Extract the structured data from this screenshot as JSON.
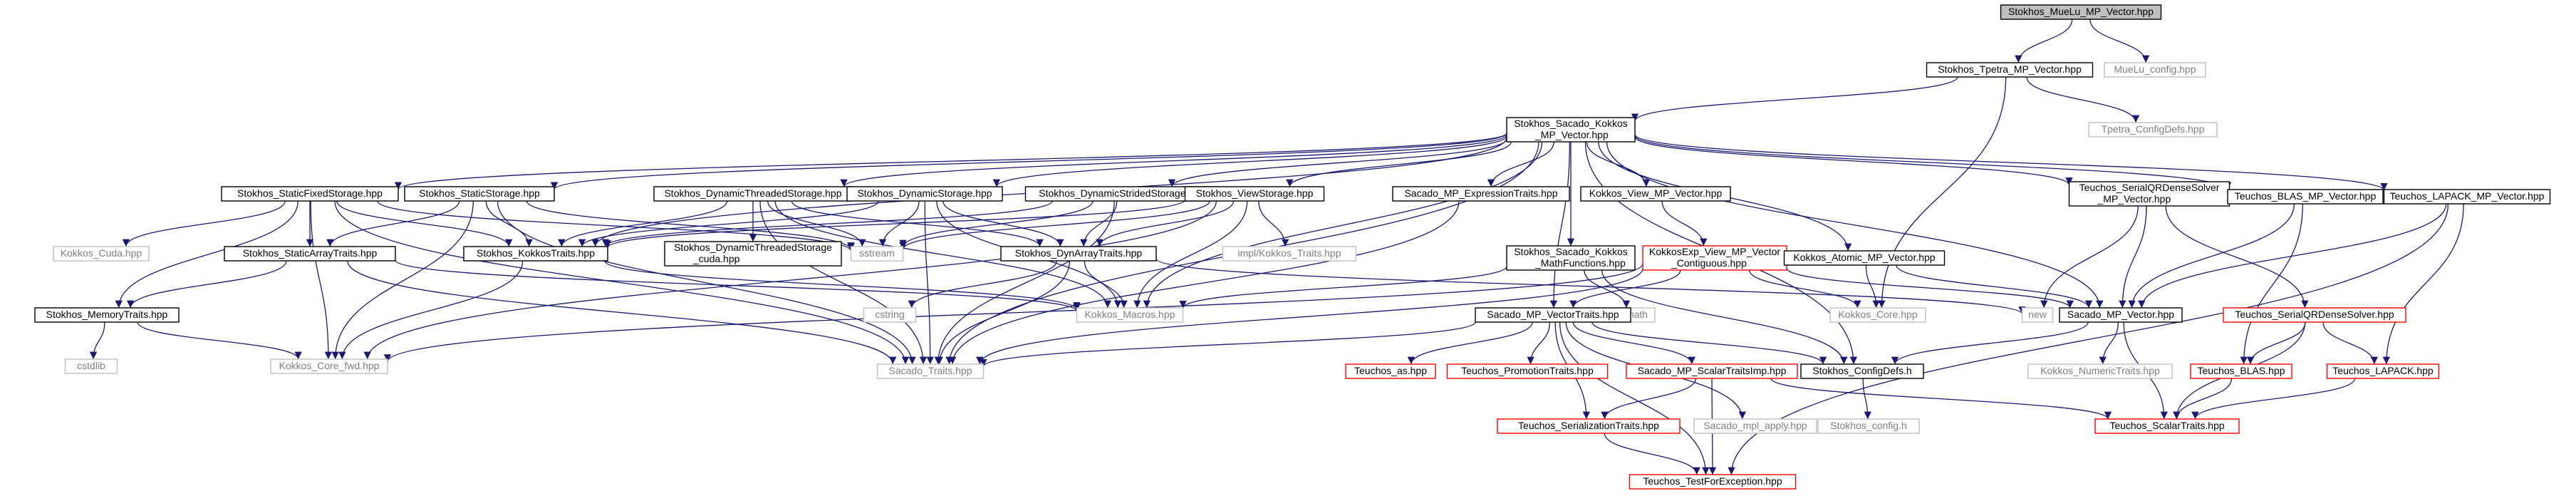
{
  "colors": {
    "edge": "#191970",
    "root_fill": "#bfbfbf",
    "normal_border": "#000000",
    "external_border": "#bfbfbf",
    "external_text": "#7f7f7f",
    "missing_border": "#ff0000",
    "text": "#000000"
  },
  "nodes": [
    {
      "id": "n0",
      "lines": [
        "Stokhos_MueLu_MP_Vector.hpp"
      ],
      "kind": "root"
    },
    {
      "id": "n1",
      "lines": [
        "Stokhos_Tpetra_MP_Vector.hpp"
      ],
      "kind": "normal"
    },
    {
      "id": "n2",
      "lines": [
        "MueLu_config.hpp"
      ],
      "kind": "external"
    },
    {
      "id": "n3",
      "lines": [
        "Stokhos_Sacado_Kokkos",
        "_MP_Vector.hpp"
      ],
      "kind": "normal"
    },
    {
      "id": "n4",
      "lines": [
        "Tpetra_ConfigDefs.hpp"
      ],
      "kind": "external"
    },
    {
      "id": "n5",
      "lines": [
        "Stokhos_StaticFixedStorage.hpp"
      ],
      "kind": "normal"
    },
    {
      "id": "n6",
      "lines": [
        "Stokhos_StaticStorage.hpp"
      ],
      "kind": "normal"
    },
    {
      "id": "n7",
      "lines": [
        "Stokhos_DynamicThreadedStorage.hpp"
      ],
      "kind": "normal"
    },
    {
      "id": "n8",
      "lines": [
        "Stokhos_DynamicStorage.hpp"
      ],
      "kind": "normal"
    },
    {
      "id": "n9",
      "lines": [
        "Stokhos_DynamicStridedStorage.hpp"
      ],
      "kind": "normal"
    },
    {
      "id": "n10",
      "lines": [
        "Stokhos_ViewStorage.hpp"
      ],
      "kind": "normal"
    },
    {
      "id": "n11",
      "lines": [
        "Sacado_MP_ExpressionTraits.hpp"
      ],
      "kind": "normal"
    },
    {
      "id": "n12",
      "lines": [
        "Kokkos_View_MP_Vector.hpp"
      ],
      "kind": "normal"
    },
    {
      "id": "n13",
      "lines": [
        "Teuchos_SerialQRDenseSolver",
        "_MP_Vector.hpp"
      ],
      "kind": "normal"
    },
    {
      "id": "n14",
      "lines": [
        "Teuchos_BLAS_MP_Vector.hpp"
      ],
      "kind": "normal"
    },
    {
      "id": "n15",
      "lines": [
        "Teuchos_LAPACK_MP_Vector.hpp"
      ],
      "kind": "normal"
    },
    {
      "id": "n16",
      "lines": [
        "Kokkos_Cuda.hpp"
      ],
      "kind": "external"
    },
    {
      "id": "n17",
      "lines": [
        "Stokhos_StaticArrayTraits.hpp"
      ],
      "kind": "normal"
    },
    {
      "id": "n18",
      "lines": [
        "Stokhos_KokkosTraits.hpp"
      ],
      "kind": "normal"
    },
    {
      "id": "n19",
      "lines": [
        "Stokhos_DynamicThreadedStorage",
        "_cuda.hpp"
      ],
      "kind": "normal"
    },
    {
      "id": "n20",
      "lines": [
        "sstream"
      ],
      "kind": "external"
    },
    {
      "id": "n21",
      "lines": [
        "Stokhos_DynArrayTraits.hpp"
      ],
      "kind": "normal"
    },
    {
      "id": "n22",
      "lines": [
        "impl/Kokkos_Traits.hpp"
      ],
      "kind": "external"
    },
    {
      "id": "n23",
      "lines": [
        "Stokhos_Sacado_Kokkos",
        "_MathFunctions.hpp"
      ],
      "kind": "normal"
    },
    {
      "id": "n24",
      "lines": [
        "KokkosExp_View_MP_Vector",
        "_Contiguous.hpp"
      ],
      "kind": "missing"
    },
    {
      "id": "n25",
      "lines": [
        "Kokkos_Atomic_MP_Vector.hpp"
      ],
      "kind": "normal"
    },
    {
      "id": "n26",
      "lines": [
        "Stokhos_MemoryTraits.hpp"
      ],
      "kind": "normal"
    },
    {
      "id": "n27",
      "lines": [
        "cstring"
      ],
      "kind": "external"
    },
    {
      "id": "n28",
      "lines": [
        "Kokkos_Macros.hpp"
      ],
      "kind": "external"
    },
    {
      "id": "n29",
      "lines": [
        "cmath"
      ],
      "kind": "external"
    },
    {
      "id": "n30",
      "lines": [
        "Kokkos_Core.hpp"
      ],
      "kind": "external"
    },
    {
      "id": "n31",
      "lines": [
        "new"
      ],
      "kind": "external"
    },
    {
      "id": "n32",
      "lines": [
        "Sacado_MP_Vector.hpp"
      ],
      "kind": "normal"
    },
    {
      "id": "n33",
      "lines": [
        "Teuchos_SerialQRDenseSolver.hpp"
      ],
      "kind": "missing"
    },
    {
      "id": "n34",
      "lines": [
        "Sacado_MP_VectorTraits.hpp"
      ],
      "kind": "normal"
    },
    {
      "id": "n35",
      "lines": [
        "cstdlib"
      ],
      "kind": "external"
    },
    {
      "id": "n36",
      "lines": [
        "Kokkos_Core_fwd.hpp"
      ],
      "kind": "external"
    },
    {
      "id": "n37",
      "lines": [
        "Sacado_Traits.hpp"
      ],
      "kind": "external"
    },
    {
      "id": "n38",
      "lines": [
        "Teuchos_as.hpp"
      ],
      "kind": "missing"
    },
    {
      "id": "n39",
      "lines": [
        "Teuchos_PromotionTraits.hpp"
      ],
      "kind": "missing"
    },
    {
      "id": "n40",
      "lines": [
        "Sacado_MP_ScalarTraitsImp.hpp"
      ],
      "kind": "missing"
    },
    {
      "id": "n41",
      "lines": [
        "Stokhos_ConfigDefs.h"
      ],
      "kind": "normal"
    },
    {
      "id": "n42",
      "lines": [
        "Kokkos_NumericTraits.hpp"
      ],
      "kind": "external"
    },
    {
      "id": "n43",
      "lines": [
        "Teuchos_BLAS.hpp"
      ],
      "kind": "missing"
    },
    {
      "id": "n44",
      "lines": [
        "Teuchos_LAPACK.hpp"
      ],
      "kind": "missing"
    },
    {
      "id": "n45",
      "lines": [
        "Teuchos_SerializationTraits.hpp"
      ],
      "kind": "missing"
    },
    {
      "id": "n46",
      "lines": [
        "Sacado_mpl_apply.hpp"
      ],
      "kind": "external"
    },
    {
      "id": "n47",
      "lines": [
        "Stokhos_config.h"
      ],
      "kind": "external"
    },
    {
      "id": "n48",
      "lines": [
        "Teuchos_ScalarTraits.hpp"
      ],
      "kind": "missing"
    },
    {
      "id": "n49",
      "lines": [
        "Teuchos_TestForException.hpp"
      ],
      "kind": "missing"
    }
  ],
  "edges": [
    [
      "n0",
      "n1"
    ],
    [
      "n0",
      "n2"
    ],
    [
      "n1",
      "n3"
    ],
    [
      "n1",
      "n4"
    ],
    [
      "n1",
      "n30"
    ],
    [
      "n3",
      "n5"
    ],
    [
      "n3",
      "n6"
    ],
    [
      "n3",
      "n7"
    ],
    [
      "n3",
      "n8"
    ],
    [
      "n3",
      "n9"
    ],
    [
      "n3",
      "n10"
    ],
    [
      "n3",
      "n11"
    ],
    [
      "n3",
      "n12"
    ],
    [
      "n3",
      "n13"
    ],
    [
      "n3",
      "n14"
    ],
    [
      "n3",
      "n15"
    ],
    [
      "n3",
      "n23"
    ],
    [
      "n3",
      "n25"
    ],
    [
      "n3",
      "n18"
    ],
    [
      "n3",
      "n34"
    ],
    [
      "n3",
      "n32"
    ],
    [
      "n3",
      "n41"
    ],
    [
      "n3",
      "n28"
    ],
    [
      "n3",
      "n37"
    ],
    [
      "n5",
      "n16"
    ],
    [
      "n5",
      "n17"
    ],
    [
      "n5",
      "n18"
    ],
    [
      "n5",
      "n26"
    ],
    [
      "n5",
      "n20"
    ],
    [
      "n5",
      "n37"
    ],
    [
      "n5",
      "n36"
    ],
    [
      "n6",
      "n17"
    ],
    [
      "n6",
      "n18"
    ],
    [
      "n6",
      "n20"
    ],
    [
      "n6",
      "n37"
    ],
    [
      "n6",
      "n36"
    ],
    [
      "n7",
      "n18"
    ],
    [
      "n7",
      "n19"
    ],
    [
      "n7",
      "n21"
    ],
    [
      "n7",
      "n20"
    ],
    [
      "n7",
      "n37"
    ],
    [
      "n7",
      "n28"
    ],
    [
      "n8",
      "n18"
    ],
    [
      "n8",
      "n21"
    ],
    [
      "n8",
      "n20"
    ],
    [
      "n8",
      "n37"
    ],
    [
      "n8",
      "n28"
    ],
    [
      "n9",
      "n18"
    ],
    [
      "n9",
      "n21"
    ],
    [
      "n9",
      "n20"
    ],
    [
      "n9",
      "n37"
    ],
    [
      "n10",
      "n18"
    ],
    [
      "n10",
      "n21"
    ],
    [
      "n10",
      "n22"
    ],
    [
      "n10",
      "n20"
    ],
    [
      "n10",
      "n28"
    ],
    [
      "n10",
      "n36"
    ],
    [
      "n11",
      "n37"
    ],
    [
      "n12",
      "n24"
    ],
    [
      "n13",
      "n33"
    ],
    [
      "n13",
      "n32"
    ],
    [
      "n13",
      "n31"
    ],
    [
      "n14",
      "n43"
    ],
    [
      "n14",
      "n32"
    ],
    [
      "n15",
      "n44"
    ],
    [
      "n15",
      "n32"
    ],
    [
      "n15",
      "n49"
    ],
    [
      "n17",
      "n26"
    ],
    [
      "n17",
      "n28"
    ],
    [
      "n17",
      "n37"
    ],
    [
      "n18",
      "n28"
    ],
    [
      "n18",
      "n36"
    ],
    [
      "n21",
      "n27"
    ],
    [
      "n21",
      "n28"
    ],
    [
      "n21",
      "n31"
    ],
    [
      "n21",
      "n37"
    ],
    [
      "n23",
      "n29"
    ],
    [
      "n23",
      "n28"
    ],
    [
      "n23",
      "n41"
    ],
    [
      "n24",
      "n30"
    ],
    [
      "n24",
      "n32"
    ],
    [
      "n24",
      "n34"
    ],
    [
      "n24",
      "n37"
    ],
    [
      "n24",
      "n36"
    ],
    [
      "n25",
      "n30"
    ],
    [
      "n25",
      "n32"
    ],
    [
      "n26",
      "n35"
    ],
    [
      "n26",
      "n36"
    ],
    [
      "n32",
      "n41"
    ],
    [
      "n32",
      "n42"
    ],
    [
      "n32",
      "n48"
    ],
    [
      "n33",
      "n43"
    ],
    [
      "n33",
      "n44"
    ],
    [
      "n33",
      "n48"
    ],
    [
      "n34",
      "n37"
    ],
    [
      "n34",
      "n38"
    ],
    [
      "n34",
      "n39"
    ],
    [
      "n34",
      "n40"
    ],
    [
      "n34",
      "n45"
    ],
    [
      "n34",
      "n46"
    ],
    [
      "n34",
      "n41"
    ],
    [
      "n34",
      "n49"
    ],
    [
      "n40",
      "n48"
    ],
    [
      "n40",
      "n45"
    ],
    [
      "n40",
      "n49"
    ],
    [
      "n41",
      "n47"
    ],
    [
      "n43",
      "n48"
    ],
    [
      "n44",
      "n48"
    ],
    [
      "n45",
      "n49"
    ]
  ]
}
